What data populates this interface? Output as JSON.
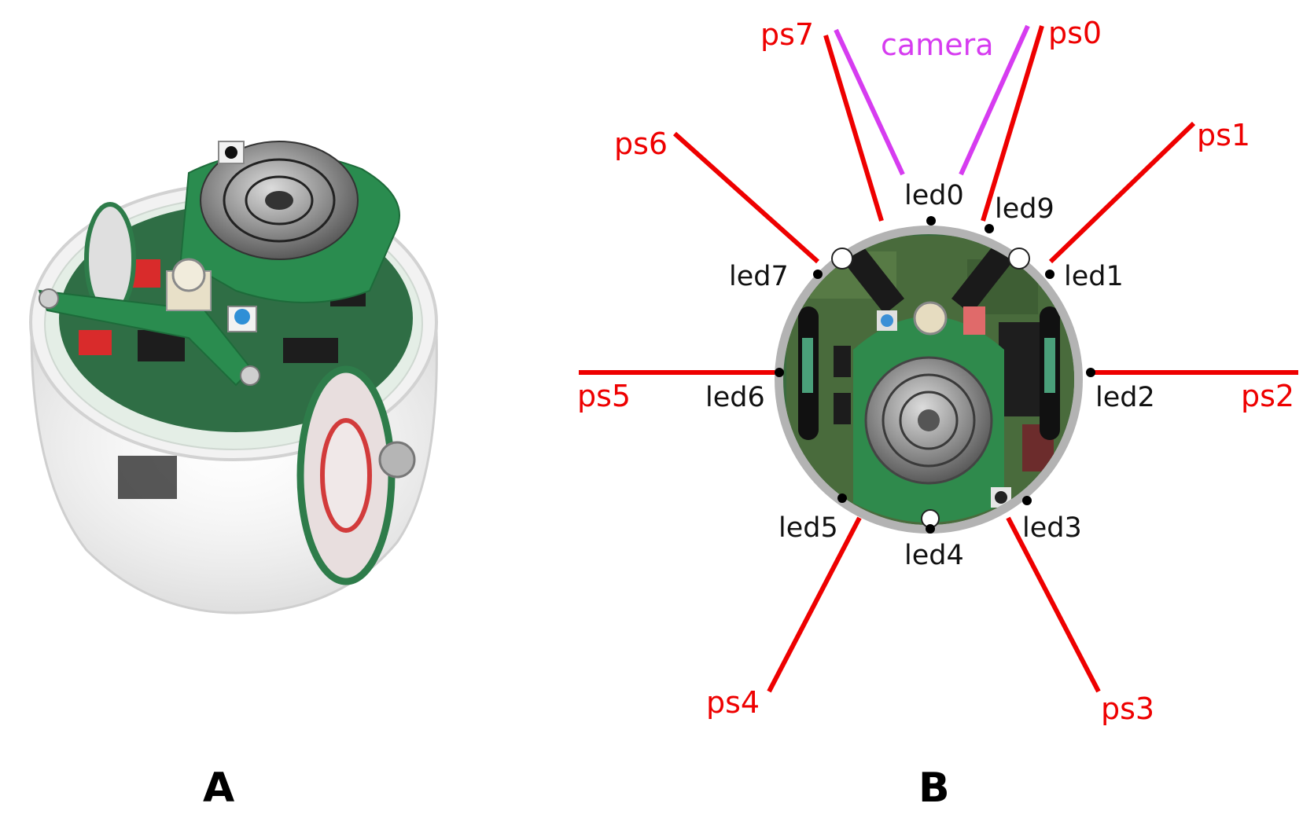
{
  "panels": [
    {
      "label": "A"
    },
    {
      "label": "B"
    }
  ],
  "colors": {
    "sensor": "#ee0000",
    "camera": "#d63cf0",
    "led_text": "#111111",
    "pcb_green": "#2f8a4c",
    "rim_gray": "#b3b3b3"
  },
  "diagram": {
    "camera_label": "camera",
    "sensors": [
      "ps0",
      "ps1",
      "ps2",
      "ps3",
      "ps4",
      "ps5",
      "ps6",
      "ps7"
    ],
    "leds": [
      "led0",
      "led1",
      "led2",
      "led3",
      "led4",
      "led5",
      "led6",
      "led7",
      "led9"
    ]
  }
}
